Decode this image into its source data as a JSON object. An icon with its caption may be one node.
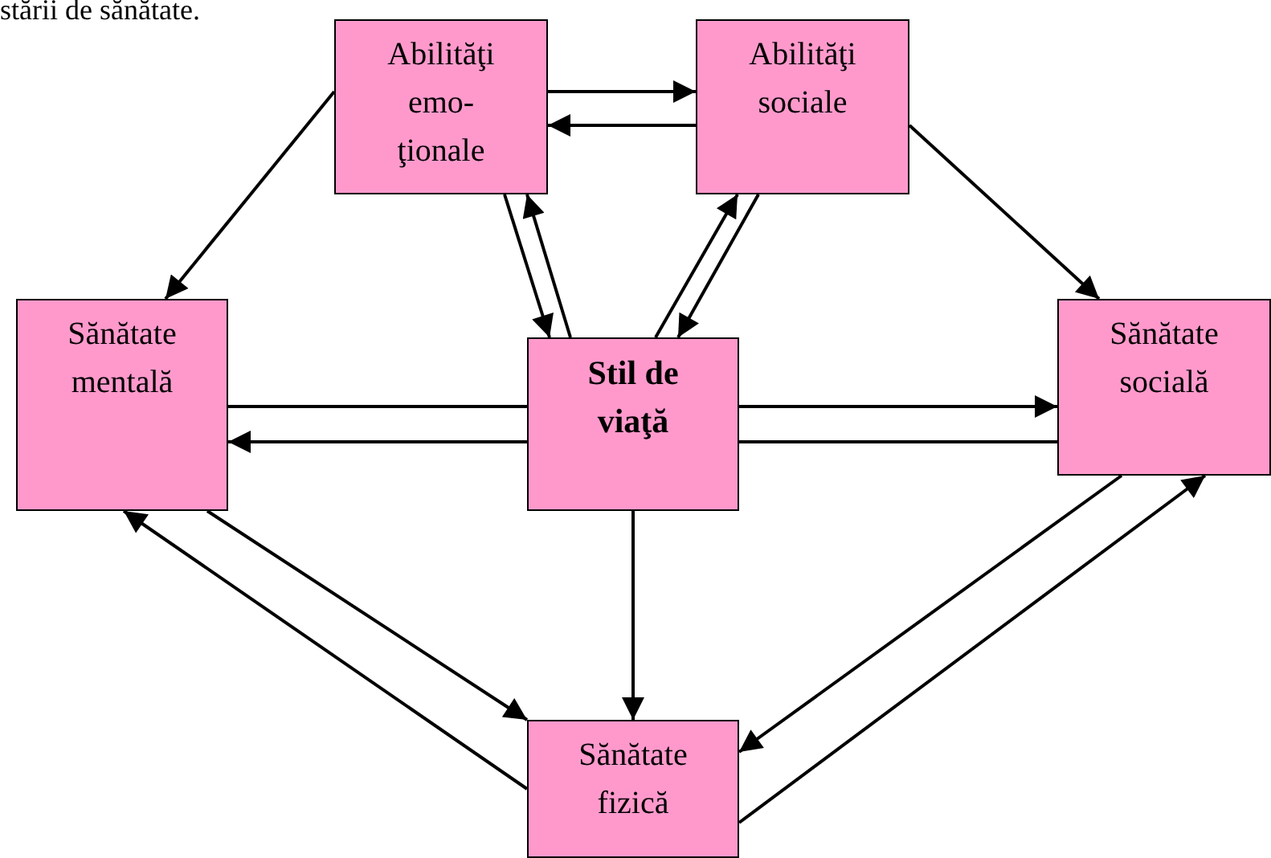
{
  "diagram": {
    "nodes": [
      {
        "text": [
          "Abilităţi emo-ţionale"
        ]
      },
      {
        "text": [
          "Abilităţi sociale"
        ]
      },
      {
        "text": [
          "Sănătate mentală"
        ]
      },
      {
        "text": [
          "Stil de viaţă"
        ]
      },
      {
        "text": [
          "Sănătate socială"
        ]
      },
      {
        "text": [
          "Sănătate fizică"
        ]
      }
    ],
    "edges": [
      {
        "from": 0,
        "to": 1,
        "arrow": "to"
      },
      {
        "from": 1,
        "to": 0,
        "arrow": "to"
      },
      {
        "from": 0,
        "to": 2,
        "arrow": "to"
      },
      {
        "from": 1,
        "to": 4,
        "arrow": "to"
      },
      {
        "from": 0,
        "to": 3,
        "arrow": "to"
      },
      {
        "from": 3,
        "to": 0,
        "arrow": "to"
      },
      {
        "from": 3,
        "to": 1,
        "arrow": "to"
      },
      {
        "from": 1,
        "to": 3,
        "arrow": "to"
      },
      {
        "from": 2,
        "to": 3,
        "arrow": "none"
      },
      {
        "from": 3,
        "to": 2,
        "arrow": "to"
      },
      {
        "from": 3,
        "to": 4,
        "arrow": "to"
      },
      {
        "from": 4,
        "to": 3,
        "arrow": "none"
      },
      {
        "from": 3,
        "to": 5,
        "arrow": "to"
      },
      {
        "from": 2,
        "to": 5,
        "arrow": "to"
      },
      {
        "from": 5,
        "to": 2,
        "arrow": "to"
      },
      {
        "from": 4,
        "to": 5,
        "arrow": "to"
      },
      {
        "from": 5,
        "to": 4,
        "arrow": "to"
      }
    ],
    "labels": [
      "stării de sănătate."
    ]
  }
}
